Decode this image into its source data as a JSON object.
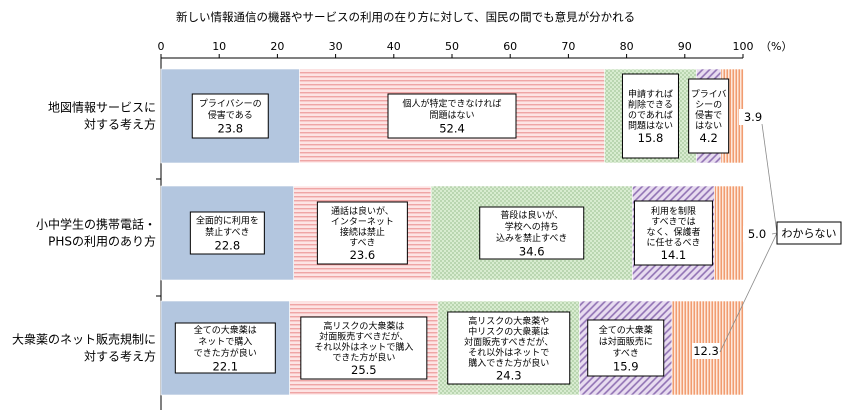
{
  "chart_data": {
    "type": "bar",
    "orientation": "horizontal",
    "stacked": true,
    "normalized_percent": true,
    "title": "新しい情報通信の機器やサービスの利用の在り方に対して、国民の間でも意見が分かれる",
    "x_ticks": [
      "0",
      "10",
      "20",
      "30",
      "40",
      "50",
      "60",
      "70",
      "80",
      "90",
      "100"
    ],
    "unit_label": "（%）",
    "xlim": [
      0,
      100
    ],
    "grid": false,
    "legend": "none",
    "rows": [
      {
        "label": [
          "地図情報サービスに",
          "対する考え方"
        ],
        "segments": [
          {
            "value": 23.8,
            "value_label": "23.8",
            "text": [
              "プライバシーの",
              "侵害である"
            ],
            "pattern": "blue"
          },
          {
            "value": 52.4,
            "value_label": "52.4",
            "text": [
              "個人が特定できなければ",
              "問題はない"
            ],
            "pattern": "pink"
          },
          {
            "value": 15.8,
            "value_label": "15.8",
            "text": [
              "申請すれば",
              "削除できる",
              "のであれば",
              "問題はない"
            ],
            "pattern": "green"
          },
          {
            "value": 4.2,
            "value_label": "4.2",
            "text": [
              "プライバ",
              "シーの",
              "侵害で",
              "はない"
            ],
            "pattern": "purple"
          },
          {
            "value": 3.9,
            "value_label": "3.9",
            "text": [],
            "pattern": "orange"
          }
        ]
      },
      {
        "label": [
          "小中学生の携帯電話・",
          "PHSの利用のあり方"
        ],
        "segments": [
          {
            "value": 22.8,
            "value_label": "22.8",
            "text": [
              "全面的に利用を",
              "禁止すべき"
            ],
            "pattern": "blue"
          },
          {
            "value": 23.6,
            "value_label": "23.6",
            "text": [
              "通話は良いが、",
              "インターネット",
              "接続は禁止",
              "すべき"
            ],
            "pattern": "pink"
          },
          {
            "value": 34.6,
            "value_label": "34.6",
            "text": [
              "普段は良いが、",
              "学校への持ち",
              "込みを禁止すべき"
            ],
            "pattern": "green"
          },
          {
            "value": 14.1,
            "value_label": "14.1",
            "text": [
              "利用を制限",
              "すべきでは",
              "なく、保護者",
              "に任せるべき"
            ],
            "pattern": "purple"
          },
          {
            "value": 5.0,
            "value_label": "5.0",
            "text": [],
            "pattern": "orange"
          }
        ]
      },
      {
        "label": [
          "大衆薬のネット販売規制に",
          "対する考え方"
        ],
        "segments": [
          {
            "value": 22.1,
            "value_label": "22.1",
            "text": [
              "全ての大衆薬は",
              "ネットで購入",
              "できた方が良い"
            ],
            "pattern": "blue"
          },
          {
            "value": 25.5,
            "value_label": "25.5",
            "text": [
              "高リスクの大衆薬は",
              "対面販売すべきだが、",
              "それ以外はネットで購入",
              "できた方が良い"
            ],
            "pattern": "pink"
          },
          {
            "value": 24.3,
            "value_label": "24.3",
            "text": [
              "高リスクの大衆薬や",
              "中リスクの大衆薬は",
              "対面販売すべきだが、",
              "それ以外はネットで",
              "購入できた方が良い"
            ],
            "pattern": "green"
          },
          {
            "value": 15.9,
            "value_label": "15.9",
            "text": [
              "全ての大衆薬",
              "は対面販売に",
              "すべき"
            ],
            "pattern": "purple"
          },
          {
            "value": 12.3,
            "value_label": "12.3",
            "text": [],
            "pattern": "orange"
          }
        ]
      }
    ],
    "callout": "わからない",
    "colors": {
      "blue": "#b3c6df",
      "pink_bg": "#fde4e4",
      "pink_line": "#e98a8a",
      "green_bg": "#d8ecd0",
      "green_dot": "#6f9f63",
      "purple_bg": "#e8dcf0",
      "purple_line": "#8f70b3",
      "orange_bg": "#fde8dc",
      "orange_line": "#ee8a55",
      "axis": "#000000"
    }
  }
}
